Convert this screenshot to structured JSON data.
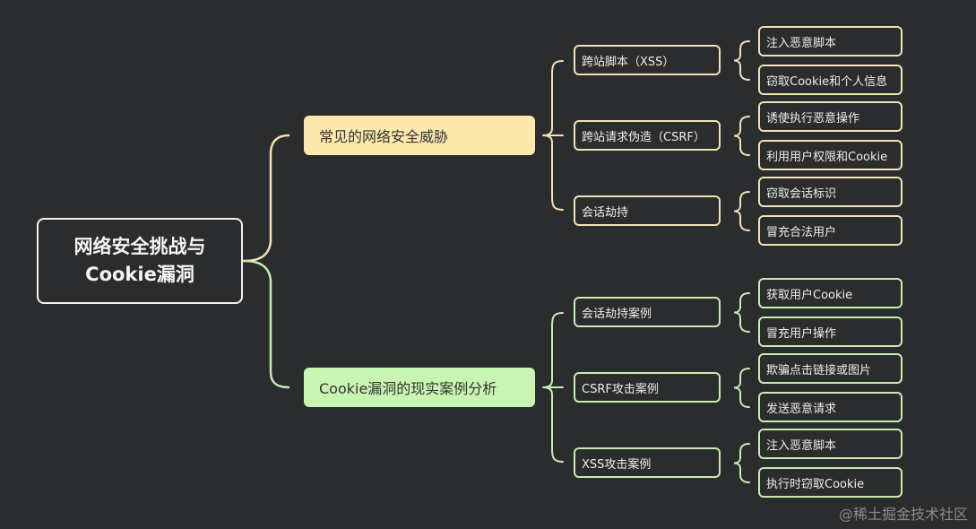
{
  "root": {
    "title": "网络安全挑战与 Cookie漏洞"
  },
  "colors": {
    "background": "#2b2c2d",
    "branch_1": "#fde9ad",
    "branch_2": "#c9f5b2",
    "line_1": "#f1e3b5",
    "line_2": "#c9ecb5"
  },
  "branches": [
    {
      "label": "常见的网络安全威胁",
      "children": [
        {
          "label": "跨站脚本（XSS）",
          "children": [
            "注入恶意脚本",
            "窃取Cookie和个人信息"
          ]
        },
        {
          "label": "跨站请求伪造（CSRF）",
          "children": [
            "诱使执行恶意操作",
            "利用用户权限和Cookie"
          ]
        },
        {
          "label": "会话劫持",
          "children": [
            "窃取会话标识",
            "冒充合法用户"
          ]
        }
      ]
    },
    {
      "label": "Cookie漏洞的现实案例分析",
      "children": [
        {
          "label": "会话劫持案例",
          "children": [
            "获取用户Cookie",
            "冒充用户操作"
          ]
        },
        {
          "label": "CSRF攻击案例",
          "children": [
            "欺骗点击链接或图片",
            "发送恶意请求"
          ]
        },
        {
          "label": "XSS攻击案例",
          "children": [
            "注入恶意脚本",
            "执行时窃取Cookie"
          ]
        }
      ]
    }
  ],
  "watermark": "@稀土掘金技术社区"
}
